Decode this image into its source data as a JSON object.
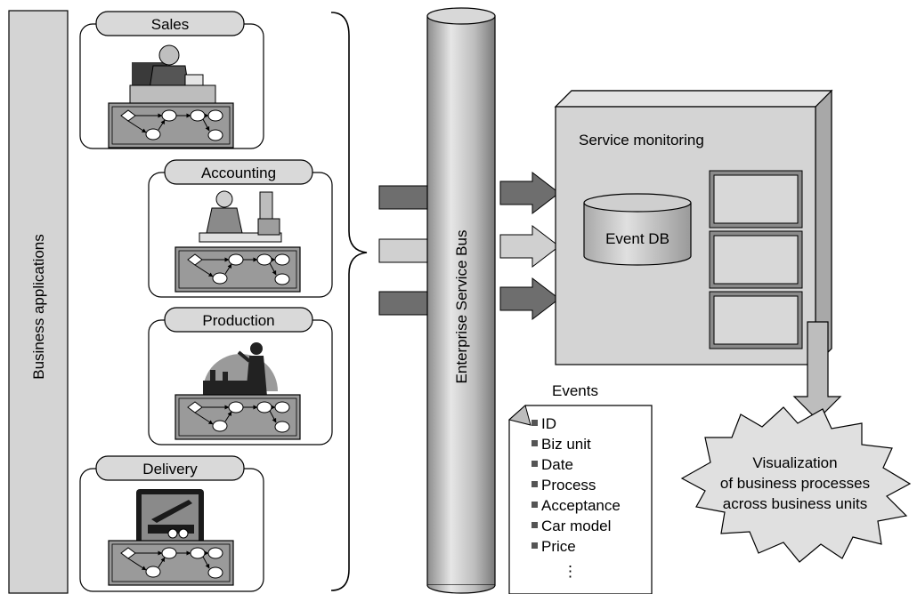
{
  "sidebar": {
    "label": "Business applications"
  },
  "apps": [
    {
      "label": "Sales",
      "icon": "salesperson-at-desk-icon"
    },
    {
      "label": "Accounting",
      "icon": "accountant-at-computer-icon"
    },
    {
      "label": "Production",
      "icon": "factory-worker-icon"
    },
    {
      "label": "Delivery",
      "icon": "crane-loading-icon"
    }
  ],
  "bus": {
    "label": "Enterprise Service Bus"
  },
  "monitor": {
    "title": "Service monitoring",
    "db_label": "Event DB"
  },
  "events": {
    "title": "Events",
    "items": [
      "ID",
      "Biz unit",
      "Date",
      "Process",
      "Acceptance",
      "Car model",
      "Price"
    ],
    "more": "⋮"
  },
  "visualization": {
    "lines": [
      "Visualization",
      "of business processes",
      "across business units"
    ]
  },
  "colors": {
    "sidebar_fill": "#d4d4d4",
    "bus_fill": "#c8c8c8",
    "monitor_fill": "#d4d4d4",
    "arrow_fill": "#6e6e6e",
    "flow_panel_fill": "#9a9a9a"
  }
}
